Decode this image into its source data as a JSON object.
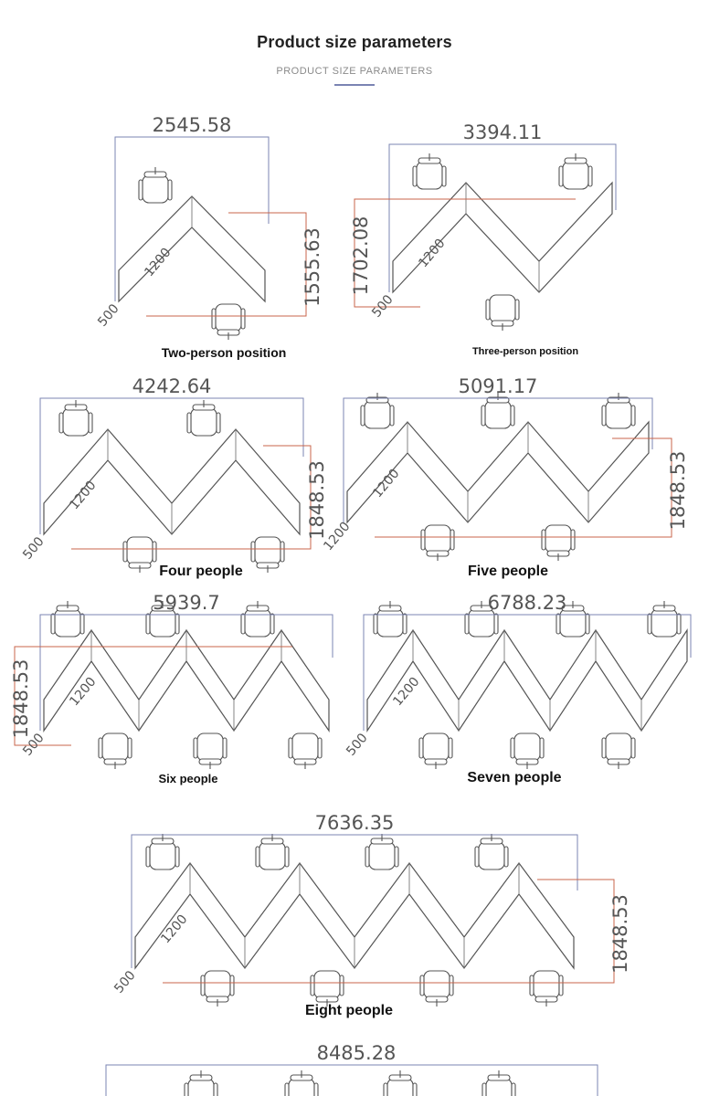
{
  "header": {
    "title": "Product size parameters",
    "subtitle": "PRODUCT SIZE PARAMETERS"
  },
  "configs": [
    {
      "caption": "Two-person position",
      "width": "2545.58",
      "height": "1555.63",
      "module_len": "1200",
      "module_depth": "500"
    },
    {
      "caption": "Three-person position",
      "width": "3394.11",
      "height": "1702.08",
      "module_len": "1200",
      "module_depth": "500"
    },
    {
      "caption": "Four people",
      "width": "4242.64",
      "height": "1848.53",
      "module_len": "1200",
      "module_depth": "500"
    },
    {
      "caption": "Five people",
      "width": "5091.17",
      "height": "1848.53",
      "module_len": "1200",
      "module_depth": "1200"
    },
    {
      "caption": "Six people",
      "width": "5939.7",
      "height": "1848.53",
      "module_len": "1200",
      "module_depth": "500"
    },
    {
      "caption": "Seven people",
      "width": "6788.23",
      "height": "",
      "module_len": "1200",
      "module_depth": "500"
    },
    {
      "caption": "Eight people",
      "width": "7636.35",
      "height": "1848.53",
      "module_len": "1200",
      "module_depth": "500"
    },
    {
      "caption": "",
      "width": "8485.28",
      "height": "",
      "module_len": "",
      "module_depth": ""
    }
  ],
  "colors": {
    "dimension_blue": "#7b84b3",
    "dimension_red": "#c8644b",
    "line": "#666666"
  }
}
